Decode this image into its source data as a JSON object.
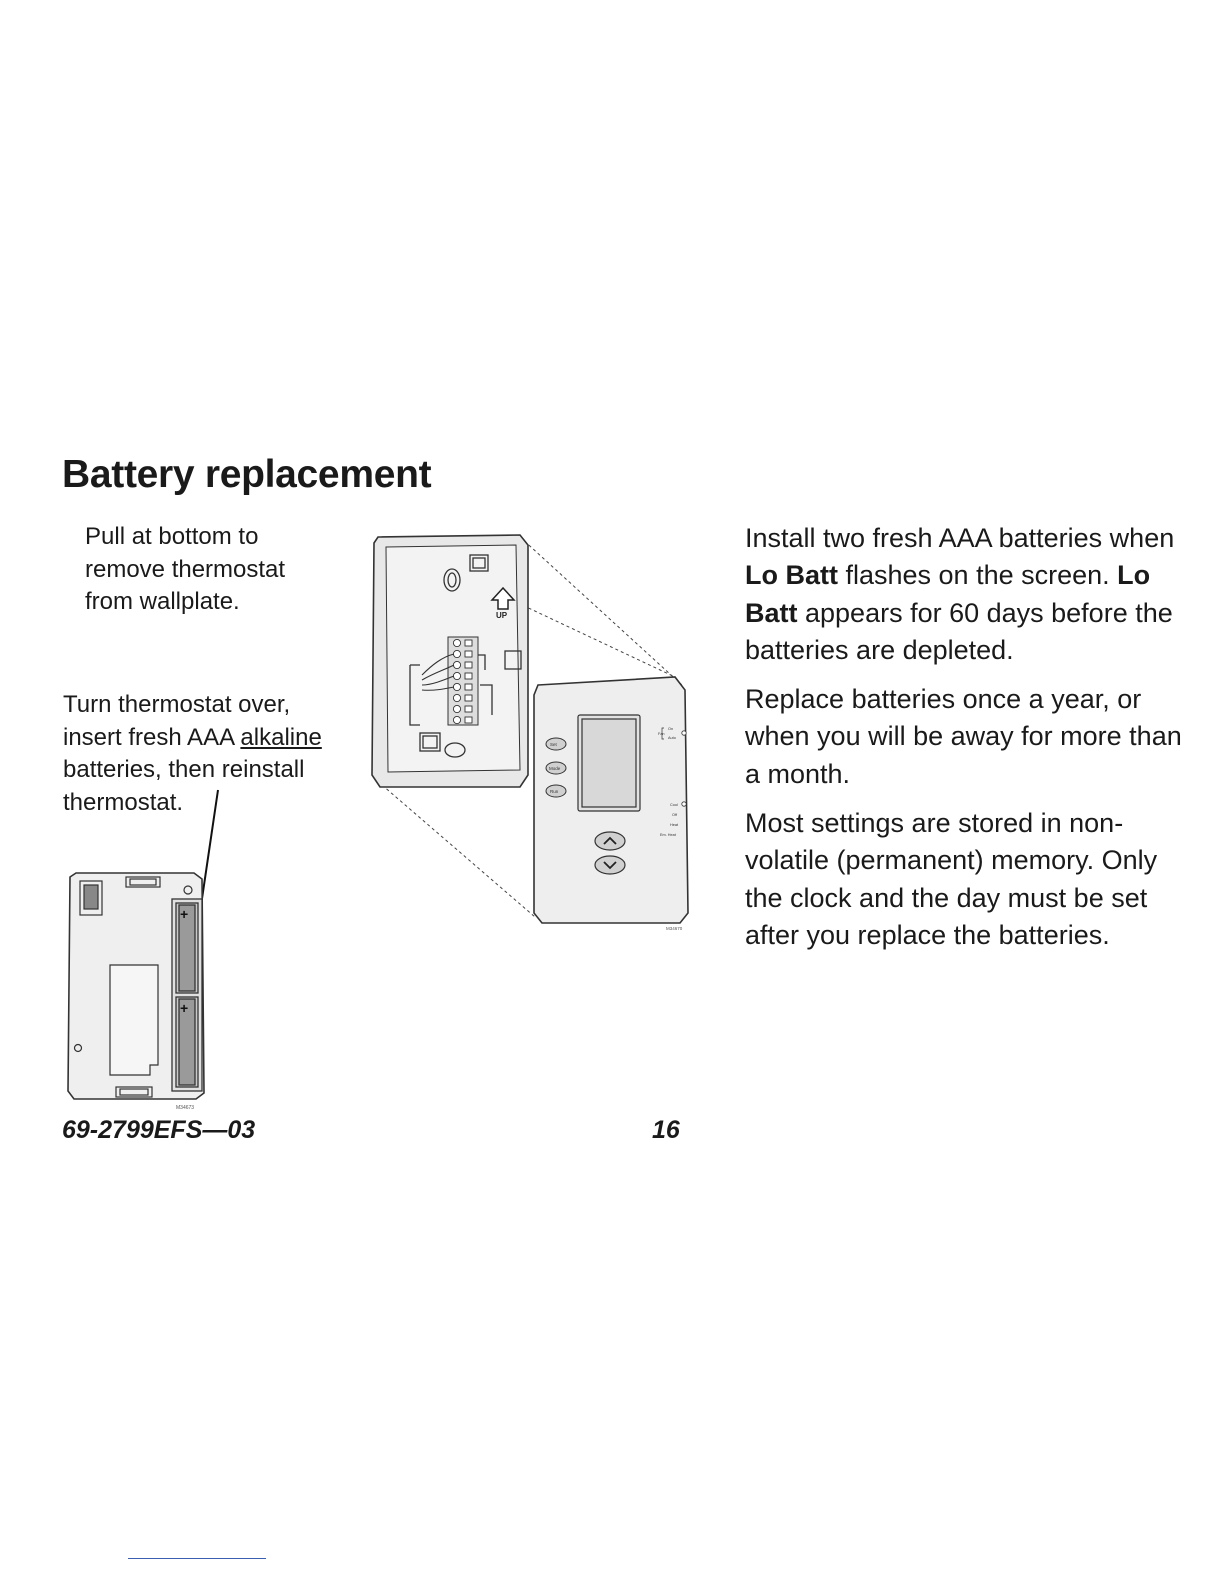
{
  "page": {
    "title": "Battery replacement",
    "caption_pull": [
      "Pull at bottom to",
      "remove thermostat",
      "from wallplate."
    ],
    "caption_turn": {
      "line1": "Turn thermostat over,",
      "line2_prefix": "insert fresh AAA ",
      "line2_underlined": "alkaline",
      "line3": "batteries, then reinstall",
      "line4": "thermostat."
    },
    "right_text": {
      "para1": {
        "a": "Install two fresh AAA batteries when ",
        "b_bold": "Lo Batt",
        "c": " flashes on the screen. ",
        "d_bold": "Lo Batt",
        "e": " appears for 60 days before the batteries are depleted."
      },
      "para2": "Replace batteries once a year, or when you will be away for more than a month.",
      "para3": "Most settings are stored in non-volatile (permanent) memory. Only the clock and the day must be set after you replace the batteries."
    },
    "figure_ids": {
      "top": "M34670",
      "bottom": "M34673"
    },
    "thermostat_labels": {
      "buttons": [
        "Set",
        "Mode",
        "Run"
      ],
      "fan": "Fan",
      "fan_switch": [
        "On",
        "Auto"
      ],
      "system_switch": [
        "Cool",
        "Off",
        "Heat",
        "Em. Heat"
      ],
      "arrow_label": "UP"
    },
    "footer": {
      "doc_number": "69-2799EFS—03",
      "page_number": "16"
    }
  }
}
